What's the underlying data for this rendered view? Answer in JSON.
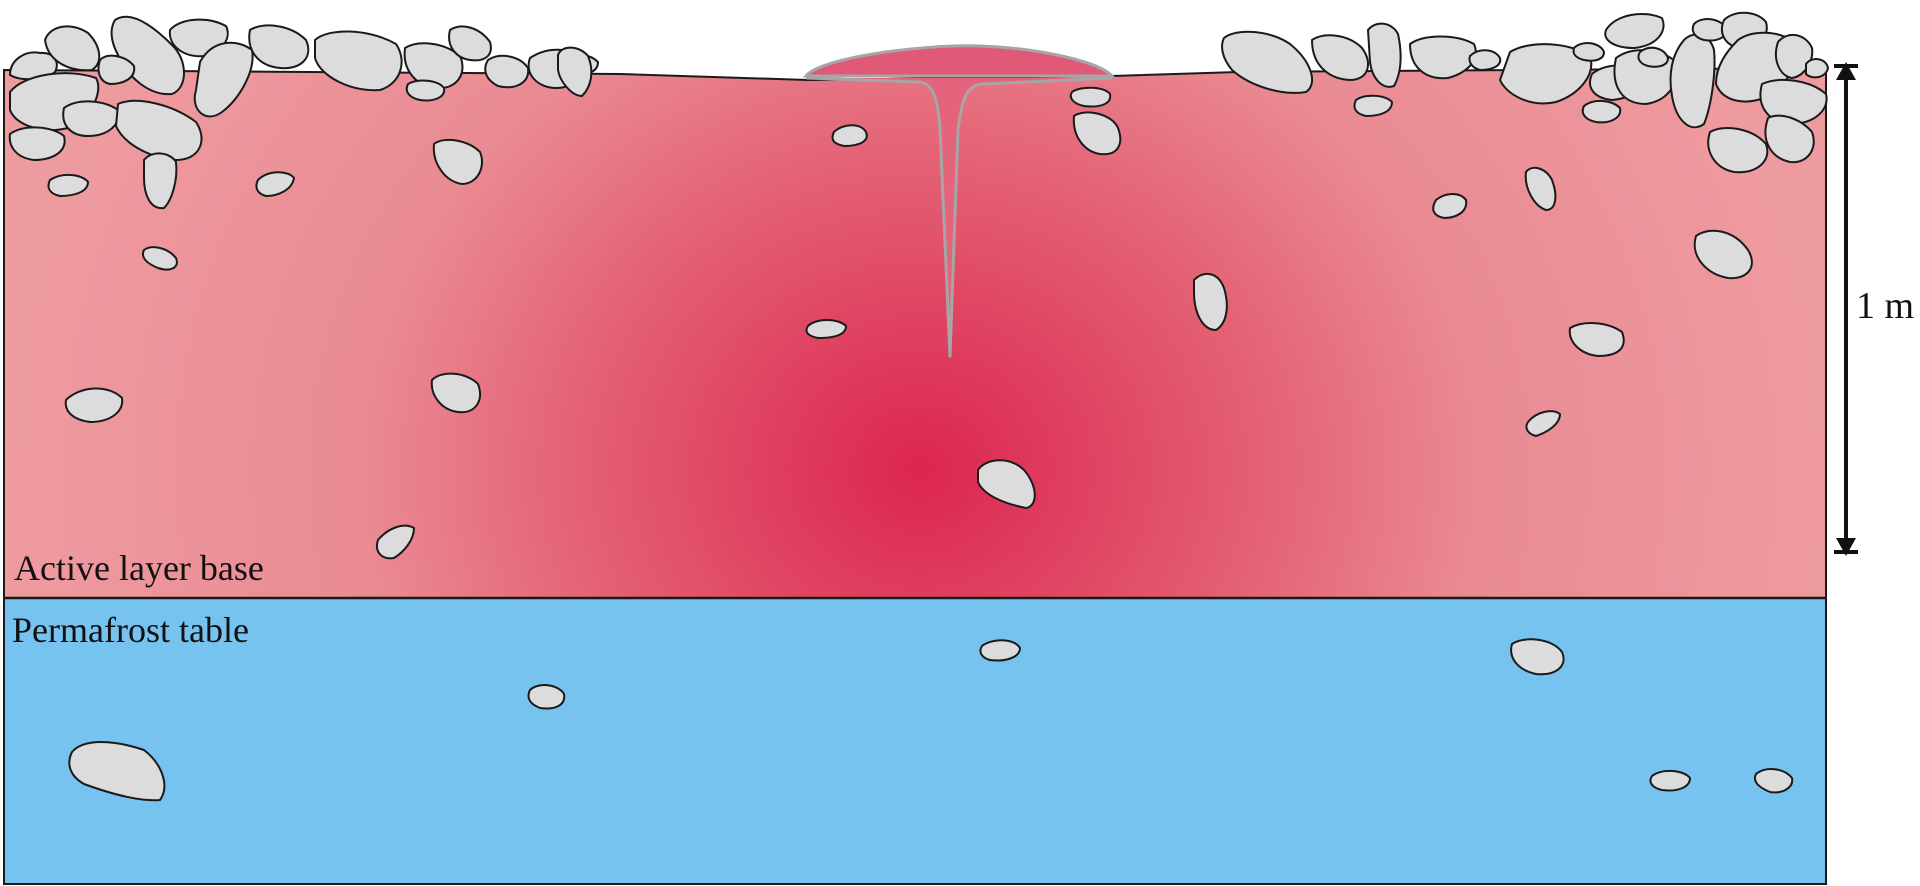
{
  "labels": {
    "active_layer_base": "Active layer base",
    "permafrost_table": "Permafrost table",
    "scale": "1 m"
  },
  "colors": {
    "active_layer_center": "#dc2550",
    "active_layer_edge": "#ee9ba0",
    "permafrost": "#77c3ef",
    "stone_fill": "#dcdcdc",
    "outline": "#1a1a1a",
    "wedge": "#a6a6a6",
    "mound": "#e05a78"
  }
}
